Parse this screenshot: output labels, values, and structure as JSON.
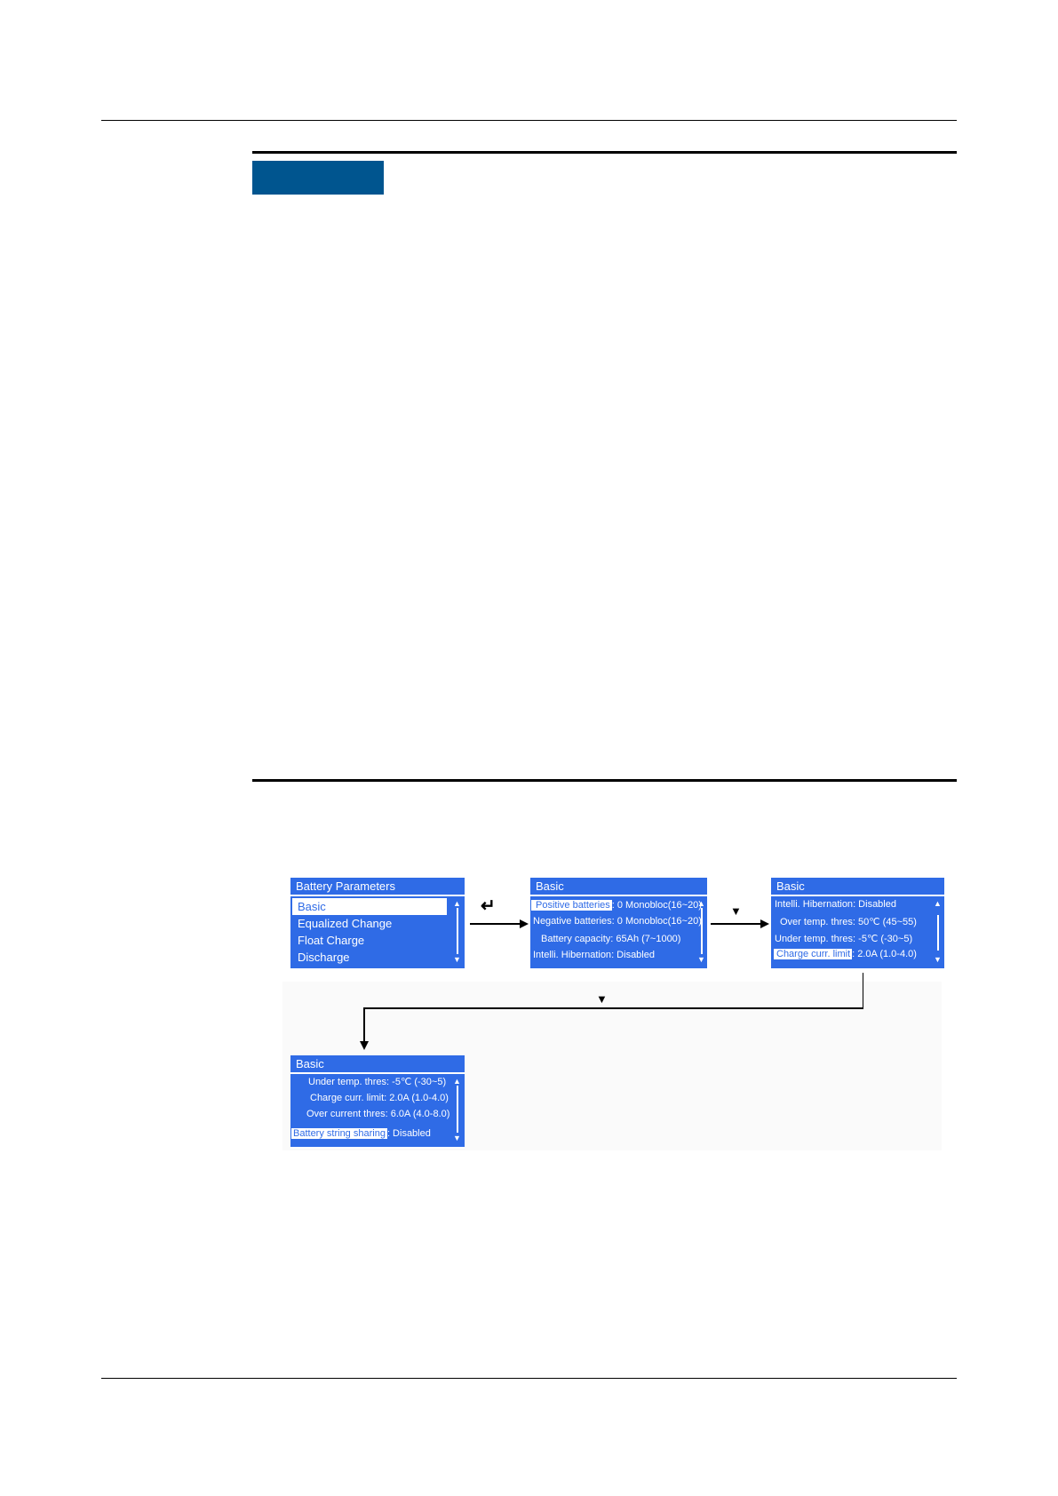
{
  "panels": {
    "battery_parameters": {
      "title": "Battery Parameters",
      "items": [
        "Basic",
        "Equalized Change",
        "Float Charge",
        "Discharge"
      ]
    },
    "basic_1": {
      "title": "Basic",
      "rows": [
        {
          "label": "Positive batteries",
          "value": ": 0  Monobloc(16~20)"
        },
        {
          "label": "Negative batteries",
          "value": ":  0  Monobloc(16~20)"
        },
        {
          "label": "Battery capacity",
          "value": ": 65Ah (7~1000)"
        },
        {
          "label": "Intelli. Hibernation",
          "value": ": Disabled"
        }
      ]
    },
    "basic_2": {
      "title": "Basic",
      "rows": [
        {
          "label": "Intelli. Hibernation",
          "value": ": Disabled"
        },
        {
          "label": "Over temp. thres",
          "value": ": 50℃ (45~55)"
        },
        {
          "label": "Under temp. thres",
          "value": ": -5℃ (-30~5)"
        },
        {
          "label": "Charge curr. limit",
          "value": ": 2.0A (1.0-4.0)"
        }
      ]
    },
    "basic_3": {
      "title": "Basic",
      "rows": [
        {
          "label": "Under temp. thres",
          "value": ": -5℃ (-30~5)"
        },
        {
          "label": "Charge curr. limit",
          "value": ": 2.0A (1.0-4.0)"
        },
        {
          "label": "Over current thres",
          "value": ": 6.0A (4.0-8.0)"
        },
        {
          "label": "Battery string sharing",
          "value": ": Disabled"
        }
      ]
    }
  },
  "symbols": {
    "enter": "↵",
    "down": "▼",
    "scroll_up": "▲",
    "scroll_down": "▼"
  }
}
